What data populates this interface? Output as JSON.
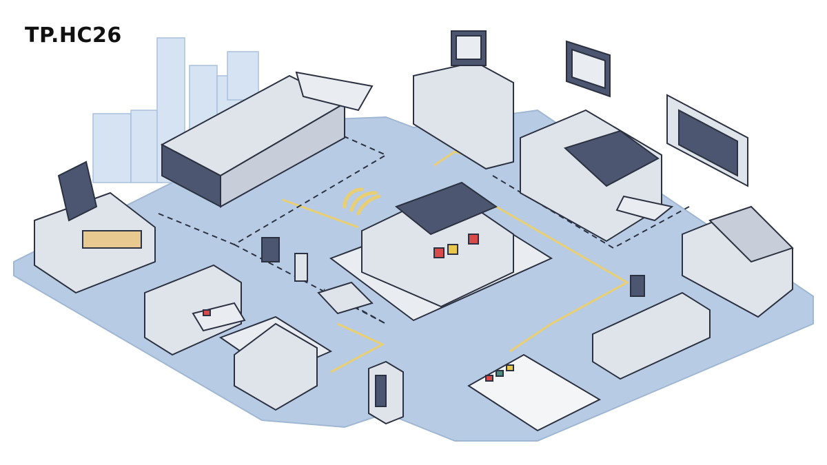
{
  "title": "TP.HC26",
  "colors": {
    "floor": "#b7cce4",
    "floor_edge": "#9fb7d3",
    "machine_light": "#dfe3ea",
    "machine_dark": "#4c5670",
    "outline": "#2b3140",
    "cable": "#e9cf72",
    "accent_red": "#d94b4b",
    "accent_yellow": "#e8c74a",
    "building": "#cfdff0"
  },
  "scene": {
    "description": "Isometric illustration of a print production facility",
    "elements": [
      "city-skyline",
      "print-press-line",
      "wide-format-printer-with-monitor",
      "wall-monitor",
      "wall-display-panel",
      "kiosk-terminal",
      "central-digital-press",
      "finishing-machine",
      "robot-arm",
      "ink-bottle",
      "paper-tray",
      "laminator-left",
      "cutter",
      "server-tower",
      "swatch-book",
      "laminator-right",
      "roll-machine-right",
      "wifi-signal"
    ]
  }
}
